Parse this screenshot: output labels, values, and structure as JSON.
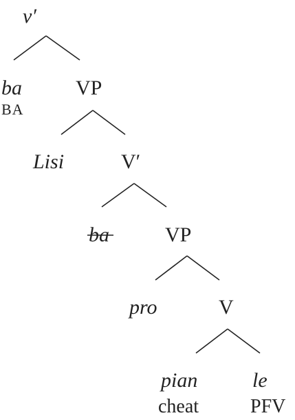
{
  "tree": {
    "root": "v′",
    "level1": {
      "left": "ba",
      "left_gloss": "BA",
      "right": "VP"
    },
    "level2": {
      "left": "Lisi",
      "right": "V′"
    },
    "level3": {
      "left": "ba",
      "right": "VP"
    },
    "level4": {
      "left": "pro",
      "right": "V"
    },
    "level5": {
      "left": "pian",
      "left_gloss": "cheat",
      "right": "le",
      "right_gloss": "PFV"
    }
  }
}
